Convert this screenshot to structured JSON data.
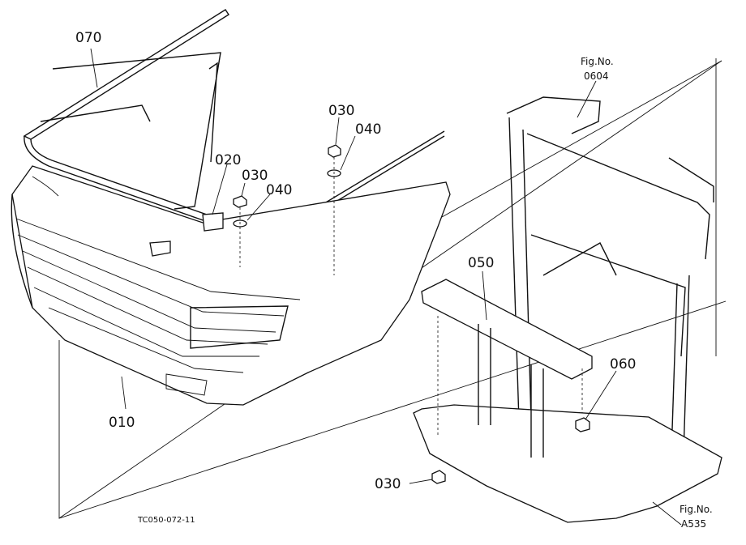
{
  "diagram": {
    "callouts": {
      "p070": "070",
      "p020": "020",
      "p030_a": "030",
      "p040_a": "040",
      "p030_b": "030",
      "p040_b": "040",
      "p050": "050",
      "p060": "060",
      "p010": "010",
      "p030_c": "030"
    },
    "fig_refs": {
      "top_label": "Fig.No.",
      "top_number": "0604",
      "bottom_label": "Fig.No.",
      "bottom_number": "A535"
    },
    "drawing_code": "TC050-072-11"
  }
}
